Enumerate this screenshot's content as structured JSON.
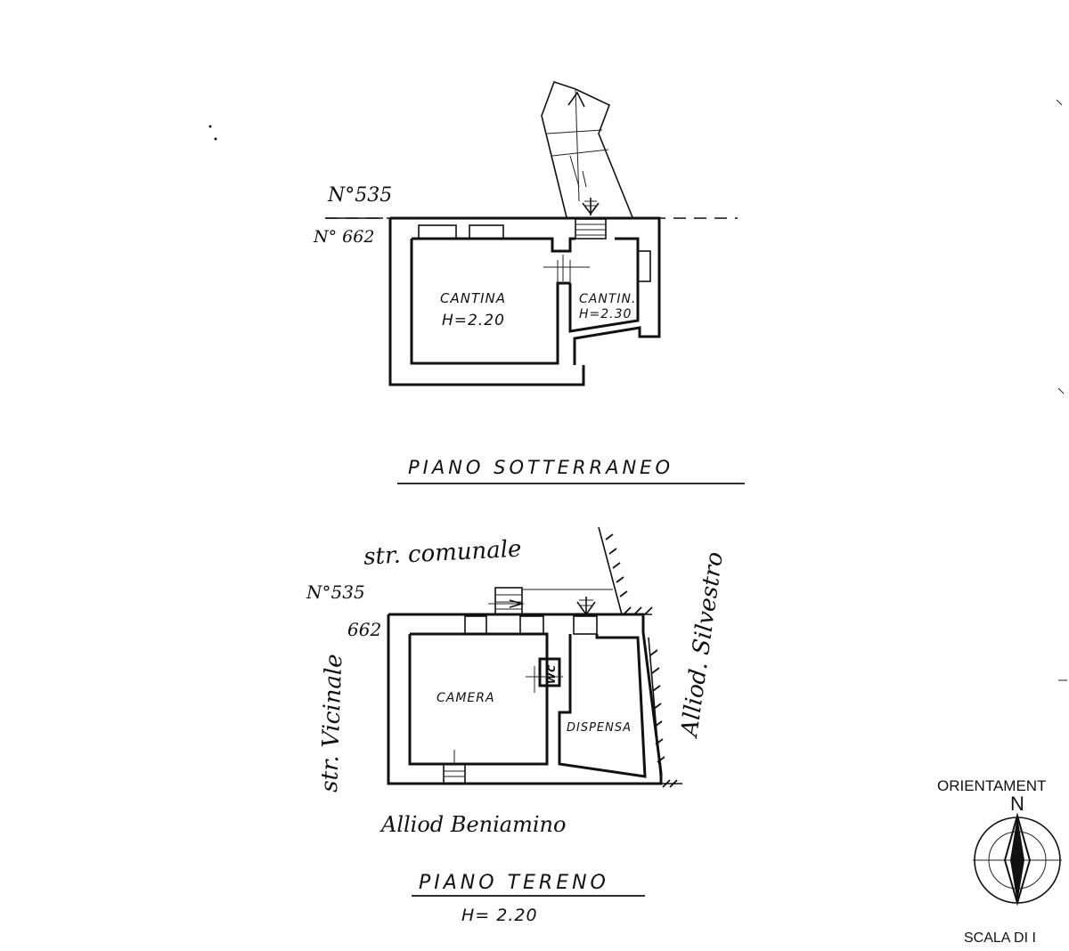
{
  "basement": {
    "parcel_upper": "N°535",
    "parcel_lower": "N° 662",
    "room_main_name": "CANTINA",
    "room_main_height": "H=2.20",
    "room_side_name": "CANTIN.",
    "room_side_height": "H=2.30",
    "floor_title": "PIANO SOTTERRANEO"
  },
  "ground": {
    "road_top": "str. comunale",
    "road_left": "str. Vicinale",
    "road_right": "Alliod. Silvestro",
    "neighbor_bottom": "Alliod Beniamino",
    "parcel_upper": "N°535",
    "parcel_lower": "662",
    "room_main_name": "CAMERA",
    "room_side_name": "DISPENSA",
    "wc_label": "WC",
    "floor_title": "PIANO TERENO",
    "floor_height": "H= 2.20"
  },
  "legend": {
    "orientation_label": "ORIENTAMENT",
    "north_label": "N",
    "scale_label": "SCALA DI I"
  }
}
